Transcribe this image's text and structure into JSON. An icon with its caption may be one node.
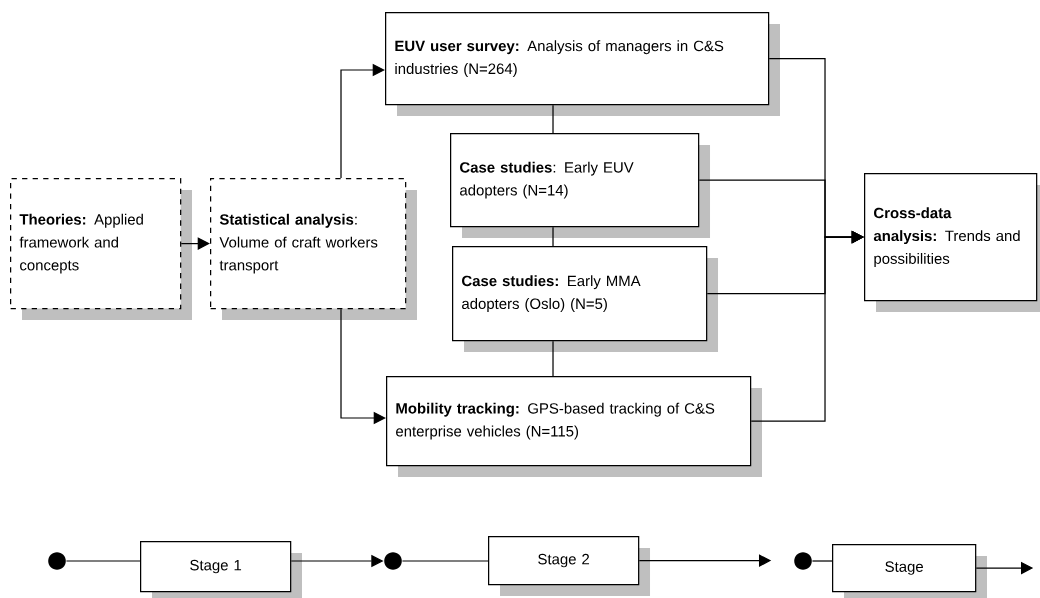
{
  "diagram": {
    "nodes": [
      {
        "text": [
          "**Theories:** Applied framework and concepts"
        ]
      },
      {
        "text": [
          "**Statistical analysis**: Volume of craft workers transport"
        ]
      },
      {
        "text": [
          "**EUV user survey:** Analysis of managers in C&S industries (N=264)"
        ]
      },
      {
        "text": [
          "**Case studies**: Early EUV adopters (N=14)"
        ]
      },
      {
        "text": [
          "**Case studies:** Early MMA adopters (Oslo) (N=5)"
        ]
      },
      {
        "text": [
          "**Mobility tracking:** GPS-based tracking of C&S enterprise vehicles (N=115)"
        ]
      },
      {
        "text": [
          "**Cross-data analysis:** Trends and possibilities"
        ]
      },
      {
        "text": [],
        "shape": "circle"
      },
      {
        "text": [
          "Stage 1"
        ]
      },
      {
        "text": [],
        "shape": "circle"
      },
      {
        "text": [
          "Stage 2"
        ]
      },
      {
        "text": [],
        "shape": "circle"
      },
      {
        "text": [
          "Stage"
        ]
      }
    ],
    "edges": [
      {
        "from": 0,
        "to": 1,
        "arrow": "to"
      },
      {
        "from": 1,
        "to": 2,
        "arrow": "to"
      },
      {
        "from": 1,
        "to": 5,
        "arrow": "to"
      },
      {
        "from": 2,
        "to": 3,
        "arrow": "none"
      },
      {
        "from": 3,
        "to": 4,
        "arrow": "none"
      },
      {
        "from": 4,
        "to": 5,
        "arrow": "none"
      },
      {
        "from": 2,
        "to": 6,
        "arrow": "to"
      },
      {
        "from": 3,
        "to": 6,
        "arrow": "to"
      },
      {
        "from": 4,
        "to": 6,
        "arrow": "to"
      },
      {
        "from": 5,
        "to": 6,
        "arrow": "to"
      },
      {
        "from": 7,
        "to": 8,
        "arrow": "none"
      },
      {
        "from": 8,
        "to": 9,
        "arrow": "to"
      },
      {
        "from": 9,
        "to": 10,
        "arrow": "none"
      },
      {
        "from": 10,
        "to": null,
        "arrow": "to"
      },
      {
        "from": 11,
        "to": 12,
        "arrow": "none"
      },
      {
        "from": 12,
        "to": null,
        "arrow": "to"
      }
    ]
  }
}
